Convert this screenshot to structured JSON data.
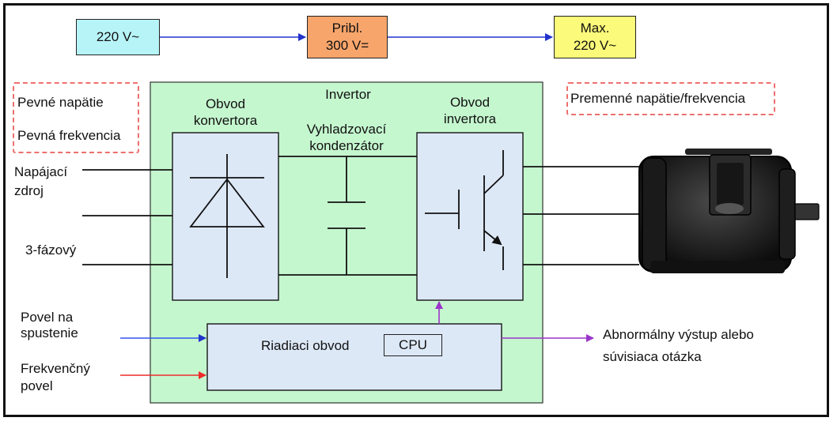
{
  "voltage_boxes": {
    "input": {
      "line1": "220 V~",
      "color": "#b7f4f7"
    },
    "dc": {
      "line1": "Pribl.",
      "line2": "300 V=",
      "color": "#f8a56b"
    },
    "output": {
      "line1": "Max.",
      "line2": "220 V~",
      "color": "#fbfa7a"
    }
  },
  "input_note": {
    "line1": "Pevné napätie",
    "line2": "Pevná frekvencia"
  },
  "output_note": {
    "text": "Premenné napätie/frekvencia"
  },
  "inverter": {
    "title": "Invertor",
    "color": "#c5f7cf"
  },
  "converter": {
    "line1": "Obvod",
    "line2": "konvertora",
    "color": "#dde8f7"
  },
  "capacitor": {
    "line1": "Vyhladzovací",
    "line2": "kondenzátor"
  },
  "inverter_circuit": {
    "line1": "Obvod",
    "line2": "invertora"
  },
  "supply": {
    "line1": "Napájací",
    "line2": "zdroj",
    "phase": "3-fázový"
  },
  "control": {
    "label": "Riadiaci obvod",
    "cpu": "CPU"
  },
  "start_cmd": {
    "line1": "Povel na",
    "line2": "spustenie",
    "color": "#3355ee"
  },
  "freq_cmd": {
    "line1": "Frekvenčný",
    "line2": "povel",
    "color": "#ee2b2b"
  },
  "abnormal_out": {
    "line1": "Abnormálny výstup alebo",
    "line2": "súvisiaca otázka",
    "color": "#9b35c9"
  },
  "arrow_color": "#2233cc"
}
